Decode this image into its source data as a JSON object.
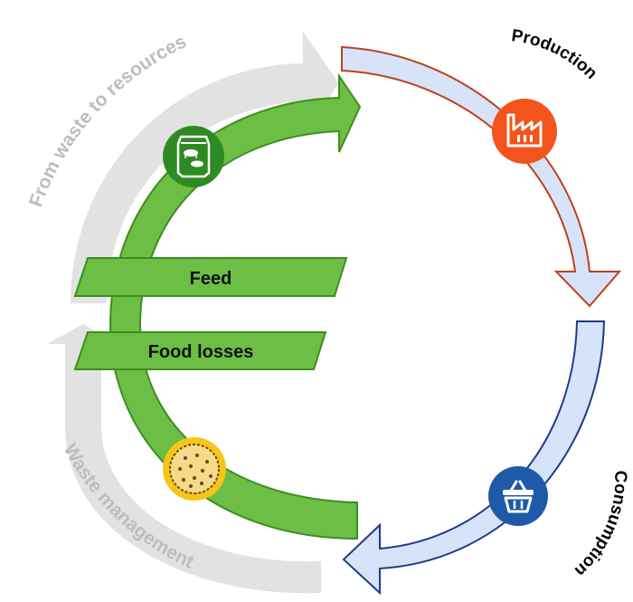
{
  "labels": {
    "production": "Production",
    "consumption": "Consumption",
    "from_waste": "From waste to resources",
    "waste_management": "Waste management",
    "feed": "Feed",
    "food_losses": "Food losses"
  },
  "icons": {
    "production": "factory-icon",
    "consumption": "shopping-basket-icon",
    "feed": "feed-sack-icon",
    "food_losses": "biscuit-icon"
  },
  "colors": {
    "production_arrow_fill": "#D6E3F8",
    "production_arrow_stroke": "#C0401A",
    "consumption_arrow_fill": "#D6E3F8",
    "consumption_arrow_stroke": "#1F3A8A",
    "green_fill": "#6DBE45",
    "green_stroke": "#3E8E1E",
    "grey_arrow": "#E2E2E2",
    "grey_text": "#BDBDBD",
    "factory_circle": "#F2541B",
    "basket_circle": "#1E5AA8",
    "feed_circle": "#2E8B22",
    "biscuit_circle": "#F5C518"
  }
}
